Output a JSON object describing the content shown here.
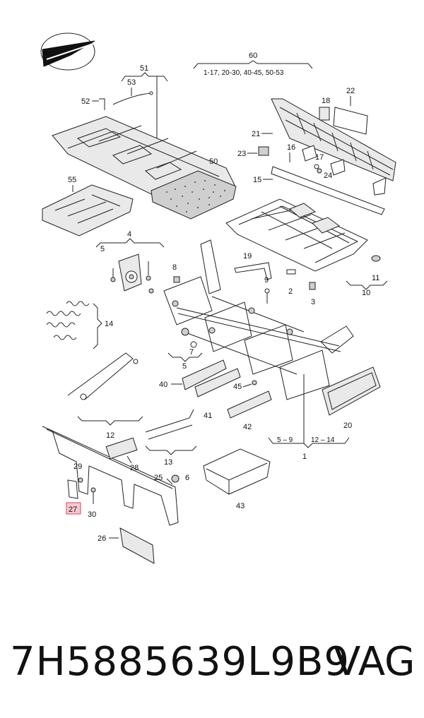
{
  "diagram": {
    "callouts": {
      "c60": "60",
      "c60_range": "1-17, 20-30, 40-45, 50-53",
      "c51": "51",
      "c53": "53",
      "c52": "52",
      "c50": "50",
      "c55": "55",
      "c18": "18",
      "c22": "22",
      "c21": "21",
      "c23": "23",
      "c16": "16",
      "c17": "17",
      "c24": "24",
      "c15": "15",
      "c4": "4",
      "c5a": "5",
      "c19": "19",
      "c8": "8",
      "c9": "9",
      "c2": "2",
      "c3": "3",
      "c11": "11",
      "c10": "10",
      "c14": "14",
      "c7": "7",
      "c5b": "5",
      "c40": "40",
      "c45": "45",
      "c41": "41",
      "c42": "42",
      "c12": "12",
      "c20": "20",
      "c1_range_a": "5 – 9",
      "c1_range_b": "12 – 14",
      "c1": "1",
      "c13": "13",
      "c29": "29",
      "c28": "28",
      "c25": "25",
      "c6": "6",
      "c27": "27",
      "c30": "30",
      "c43": "43",
      "c26": "26"
    },
    "highlight_color": "#f7c9d0",
    "highlight_border": "#d8465a"
  },
  "footer": {
    "part_number": "7H5885639L9B9",
    "brand": "VAG"
  }
}
